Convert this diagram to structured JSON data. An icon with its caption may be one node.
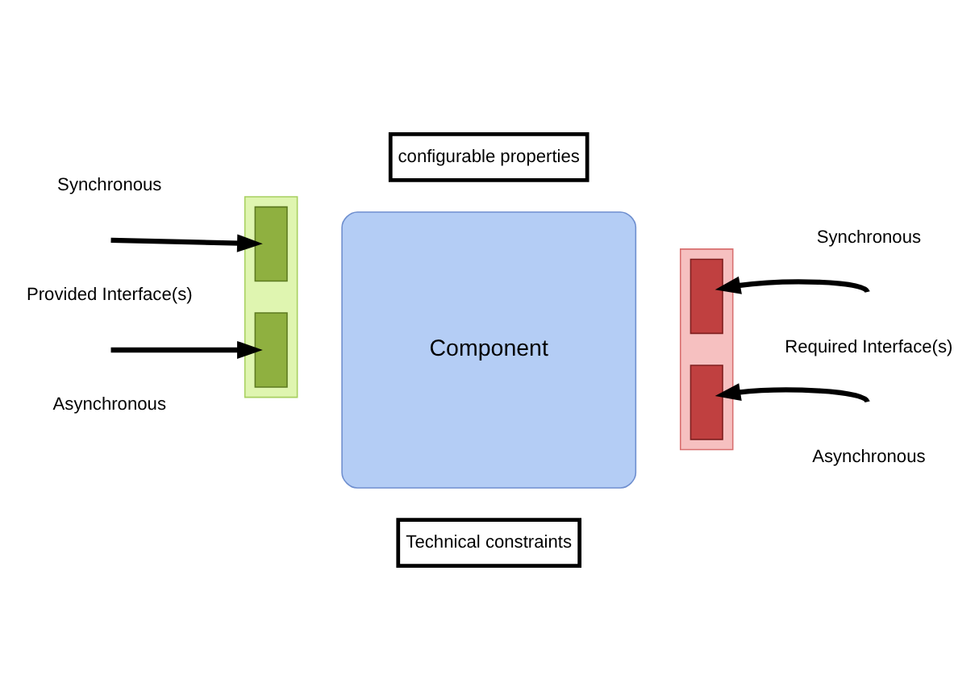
{
  "diagram": {
    "nodes": [
      {
        "text": [
          "Component"
        ]
      },
      {
        "text": [
          "configurable properties"
        ]
      },
      {
        "text": [
          "Technical constraints"
        ]
      },
      {
        "text": [],
        "shape": "bar"
      },
      {
        "text": [],
        "shape": "box",
        "in": 3
      },
      {
        "text": [],
        "shape": "box",
        "in": 3
      },
      {
        "text": [],
        "shape": "bar"
      },
      {
        "text": [],
        "shape": "box",
        "in": 6
      },
      {
        "text": [],
        "shape": "box",
        "in": 6
      }
    ],
    "edges": [
      {
        "from": null,
        "to": 4,
        "arrow": "to"
      },
      {
        "from": null,
        "to": 5,
        "arrow": "to"
      },
      {
        "from": null,
        "to": 7,
        "arrow": "to"
      },
      {
        "from": null,
        "to": 8,
        "arrow": "to"
      }
    ],
    "labels": [
      "Synchronous",
      "Provided Interface(s)",
      "Asynchronous",
      "Synchronous",
      "Required Interface(s)",
      "Asynchronous"
    ]
  }
}
